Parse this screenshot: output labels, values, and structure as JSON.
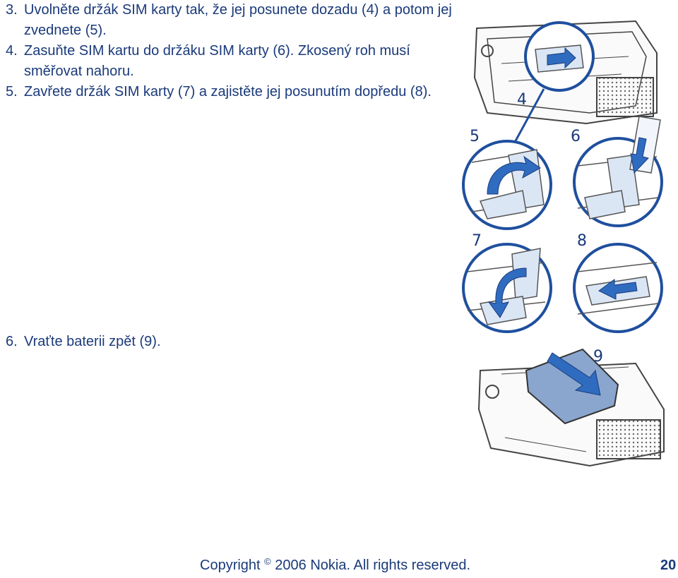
{
  "steps": [
    {
      "num": "3.",
      "text": "Uvolněte držák SIM karty tak, že jej posunete dozadu (4) a potom jej zvednete (5)."
    },
    {
      "num": "4.",
      "text": "Zasuňte SIM kartu do držáku SIM karty (6). Zkosený roh musí směřovat nahoru."
    },
    {
      "num": "5.",
      "text": "Zavřete držák SIM karty (7) a zajistěte jej posunutím dopředu (8)."
    },
    {
      "num": "6.",
      "text": "Vraťte baterii zpět (9)."
    }
  ],
  "figure_labels": {
    "l4": "4",
    "l5": "5",
    "l6": "6",
    "l7": "7",
    "l8": "8",
    "l9": "9"
  },
  "footer": {
    "copyright_prefix": "Copyright ",
    "copyright_symbol": "©",
    "copyright_rest": " 2006 Nokia. All rights reserved."
  },
  "page_number": "20",
  "colors": {
    "text": "#1a3a7a",
    "circle": "#1f4f9e",
    "arrow_fill": "#2f6cc0",
    "device": "#4a4a4a"
  }
}
